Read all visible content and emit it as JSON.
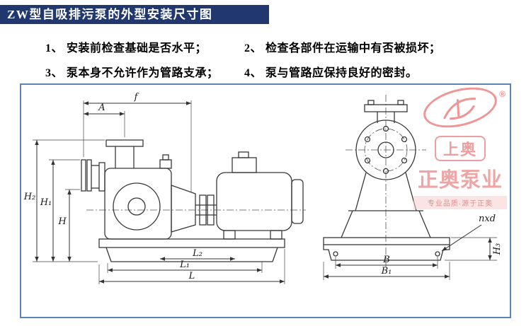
{
  "title": "ZW型自吸排污泵的外型安装尺寸图",
  "notes": [
    {
      "num": "1、",
      "text": "安装前检查基础是否水平；"
    },
    {
      "num": "2、",
      "text": "检查各部件在运输中有否被损坏；"
    },
    {
      "num": "3、",
      "text": "泵本身不允许作为管路支承；"
    },
    {
      "num": "4、",
      "text": "泵与管路应保持良好的密封。"
    }
  ],
  "diagram": {
    "side_view_dims": {
      "f": "f",
      "A": "A",
      "H2": "H₂",
      "H1": "H₁",
      "H": "H",
      "L2": "L₂",
      "L1": "L₁",
      "L": "L"
    },
    "end_view_dims": {
      "B": "B",
      "B1": "B₁",
      "nxd": "nxd",
      "H3": "H₃"
    }
  },
  "watermark": {
    "registered_mark": "®",
    "brand_boxed": "上奥",
    "brand_name": "正奥泵业",
    "tagline": "专业品质·源于正奥"
  },
  "colors": {
    "title_bar_bg": "#21386e",
    "box_border": "#5c83b8",
    "drawing_line": "#383838",
    "watermark_red": "#e03030"
  }
}
